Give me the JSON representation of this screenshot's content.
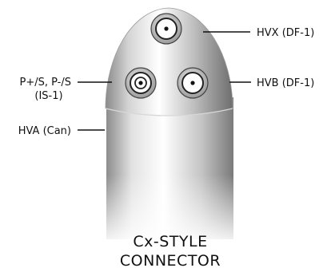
{
  "diagram": {
    "labels": {
      "hvx": "HVX (DF-1)",
      "hvb": "HVB (DF-1)",
      "pace_line1": "P+/S, P-/S",
      "pace_line2": "(IS-1)",
      "hva": "HVA (Can)"
    },
    "title_line1": "Cx-STYLE",
    "title_line2": "CONNECTOR"
  },
  "colors": {
    "line": "#111111",
    "port_outline": "#111111",
    "port_fill": "#ffffff"
  }
}
